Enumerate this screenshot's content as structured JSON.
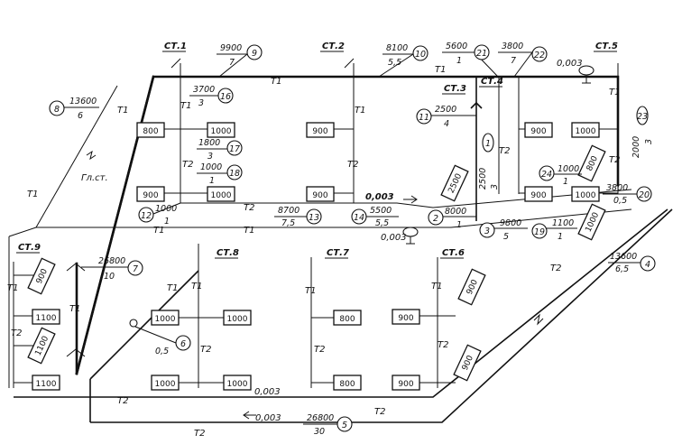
{
  "risers": [
    {
      "id": "st1",
      "label": "СТ.1"
    },
    {
      "id": "st2",
      "label": "СТ.2"
    },
    {
      "id": "st3",
      "label": "СТ.3"
    },
    {
      "id": "st4",
      "label": "СТ.4"
    },
    {
      "id": "st5",
      "label": "СТ.5"
    },
    {
      "id": "st6",
      "label": "СТ.6"
    },
    {
      "id": "st7",
      "label": "СТ.7"
    },
    {
      "id": "st8",
      "label": "СТ.8"
    },
    {
      "id": "st9",
      "label": "СТ.9"
    }
  ],
  "main_riser_label": "Гл.ст.",
  "pipes": {
    "supply": "Т1",
    "return": "Т2"
  },
  "slope": "0,003",
  "sections": [
    {
      "id": "1",
      "load": "2500",
      "dia": "3"
    },
    {
      "id": "2",
      "load": "8000",
      "dia": "1"
    },
    {
      "id": "3",
      "load": "9800",
      "dia": "5"
    },
    {
      "id": "4",
      "load": "13600",
      "dia": "6,5"
    },
    {
      "id": "5",
      "load": "26800",
      "dia": "30"
    },
    {
      "id": "6",
      "load": "",
      "dia": "0,5"
    },
    {
      "id": "7",
      "load": "26800",
      "dia": "10"
    },
    {
      "id": "8",
      "load": "13600",
      "dia": "6"
    },
    {
      "id": "9",
      "load": "9900",
      "dia": "7"
    },
    {
      "id": "10",
      "load": "8100",
      "dia": "5,5"
    },
    {
      "id": "11",
      "load": "2500",
      "dia": "4"
    },
    {
      "id": "12",
      "load": "1000",
      "dia": "1"
    },
    {
      "id": "13",
      "load": "8700",
      "dia": "7,5"
    },
    {
      "id": "14",
      "load": "5500",
      "dia": "5,5"
    },
    {
      "id": "16",
      "load": "3700",
      "dia": "3"
    },
    {
      "id": "17",
      "load": "1800",
      "dia": "3"
    },
    {
      "id": "18",
      "load": "1000",
      "dia": "1"
    },
    {
      "id": "19",
      "load": "1100",
      "dia": "1"
    },
    {
      "id": "20",
      "load": "3800",
      "dia": "0,5"
    },
    {
      "id": "21",
      "load": "5600",
      "dia": "1"
    },
    {
      "id": "22",
      "load": "3800",
      "dia": "7"
    },
    {
      "id": "23",
      "load": "2000",
      "dia": "3"
    },
    {
      "id": "24",
      "load": "1000",
      "dia": "1"
    }
  ],
  "radiators": {
    "r_st1_a": "800",
    "r_st1_b": "1000",
    "r_st1_c": "900",
    "r_st1_d": "1000",
    "r_st2_a": "900",
    "r_st2_b": "900",
    "r_st3_a": "2500",
    "r_st4_a": "900",
    "r_st4_b": "900",
    "r_st5_a": "1000",
    "r_st5_b": "800",
    "r_st5_c": "1000",
    "r_st5_d": "1000",
    "r_st6_a": "900",
    "r_st6_b": "900",
    "r_st6_c": "900",
    "r_st6_d": "900",
    "r_st7_a": "800",
    "r_st7_b": "800",
    "r_st8_a": "1000",
    "r_st8_b": "1000",
    "r_st8_c": "1000",
    "r_st8_d": "1000",
    "r_st9_a": "900",
    "r_st9_b": "1100",
    "r_st9_c": "1100",
    "r_st9_d": "1100"
  }
}
